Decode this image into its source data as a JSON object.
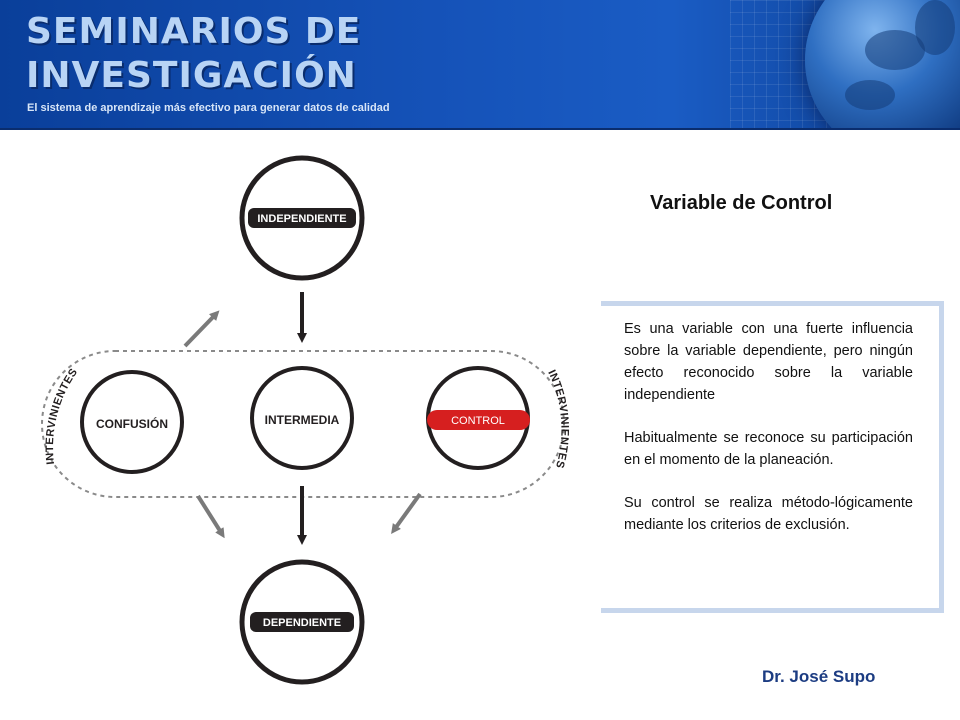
{
  "header": {
    "title_line1": "SEMINARIOS DE",
    "title_line2": "INVESTIGACIÓN",
    "subtitle": "El sistema de aprendizaje más efectivo para generar datos de calidad"
  },
  "slide": {
    "title": "Variable de Control",
    "paragraphs": [
      "Es una variable con una fuerte influencia sobre la variable dependiente, pero ningún efecto reconocido sobre la variable independiente",
      "Habitualmente se reconoce su participación en el momento de la planeación.",
      "Su control se realiza método-lógicamente mediante los criterios de exclusión."
    ],
    "author": "Dr. José Supo"
  },
  "diagram": {
    "independiente": "INDEPENDIENTE",
    "confusion": "CONFUSIÓN",
    "intermedia": "INTERMEDIA",
    "control": "CONTROL",
    "dependiente": "DEPENDIENTE",
    "intervinientes_left": "INTERVINIENTES",
    "intervinientes_right": "INTERVINIENTES"
  },
  "colors": {
    "header_blue": "#1552b8",
    "title_light_blue": "#b8d4f5",
    "control_red": "#d61f1f",
    "label_dark": "#231f20",
    "arrow_gray": "#7a7a7a",
    "author_blue": "#1c3c82"
  }
}
